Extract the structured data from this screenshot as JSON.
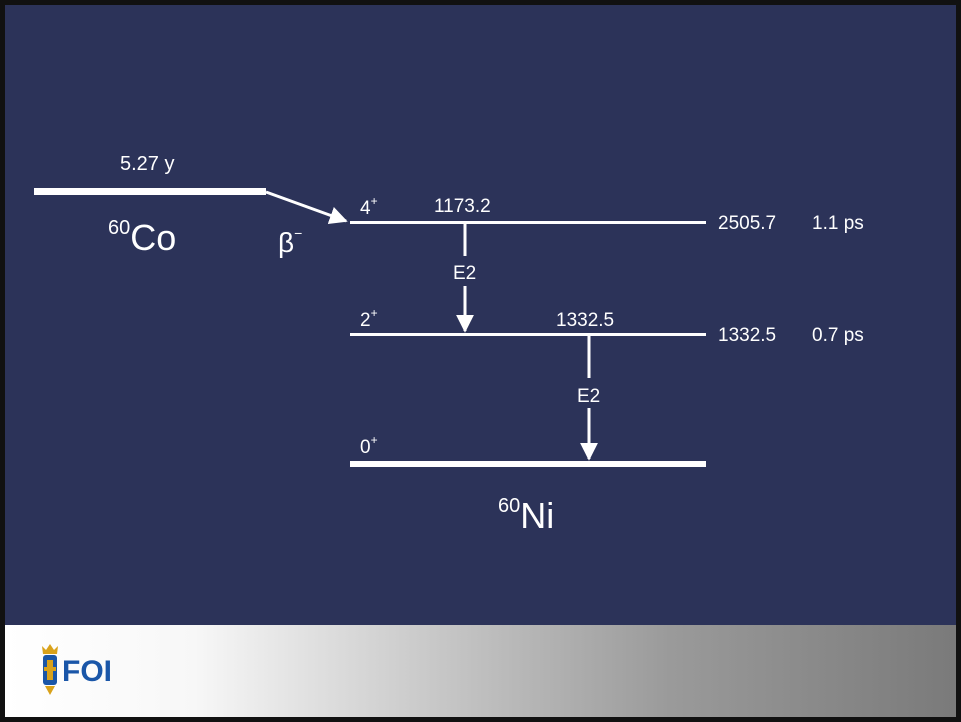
{
  "colors": {
    "background": "#2c3359",
    "lines": "#ffffff",
    "logo_blue": "#1a56a8",
    "logo_gold": "#d9a21b"
  },
  "parent": {
    "mass_number": "60",
    "symbol": "Co",
    "half_life": "5.27 y"
  },
  "decay": {
    "symbol": "β",
    "charge": "−"
  },
  "daughter": {
    "mass_number": "60",
    "symbol": "Ni"
  },
  "levels": [
    {
      "spin": "4",
      "parity": "+",
      "energy": "2505.7",
      "lifetime": "1.1 ps"
    },
    {
      "spin": "2",
      "parity": "+",
      "energy": "1332.5",
      "lifetime": "0.7 ps"
    },
    {
      "spin": "0",
      "parity": "+",
      "energy": "",
      "lifetime": ""
    }
  ],
  "transitions": [
    {
      "energy": "1173.2",
      "multipolarity": "E2"
    },
    {
      "energy": "1332.5",
      "multipolarity": "E2"
    }
  ],
  "logo": {
    "text": "FOI",
    "icon": "crown-emblem-icon"
  }
}
